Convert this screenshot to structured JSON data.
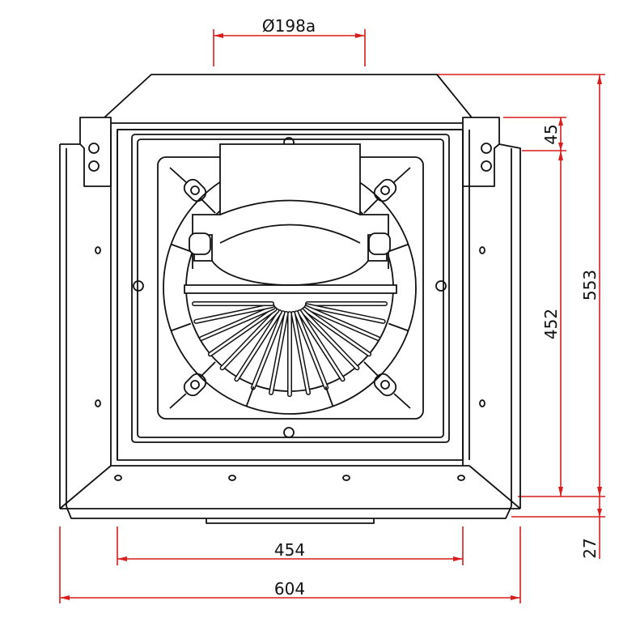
{
  "colors": {
    "ink": "#111111",
    "dimension": "#d91c1c",
    "background": "#ffffff"
  },
  "dimensions": {
    "top_diameter": "Ø198a",
    "height_total": "553",
    "height_inner": "452",
    "offset_top": "45",
    "offset_bottom": "27",
    "width_inner": "454",
    "width_total": "604"
  }
}
